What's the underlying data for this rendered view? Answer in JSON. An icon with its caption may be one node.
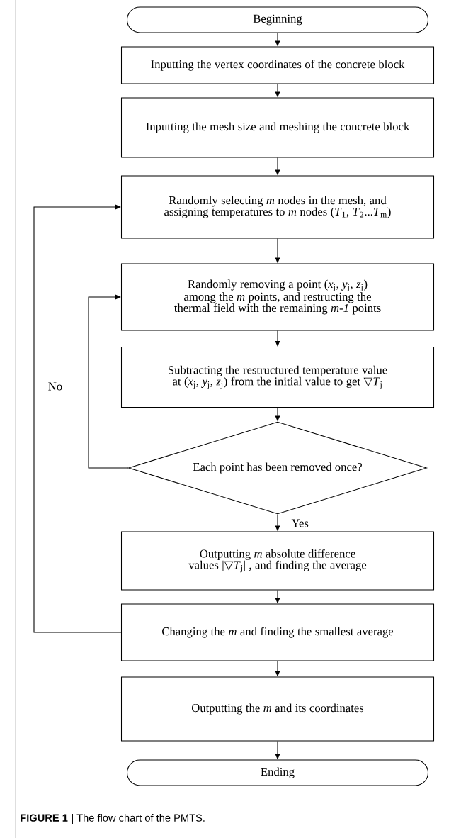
{
  "diagram": {
    "caption": "**FIGURE 1 |** The flow chart of the PMTS.",
    "nodes": [
      {
        "text": [
          "Beginning"
        ]
      },
      {
        "text": [
          "Inputting the vertex coordinates of the concrete block"
        ]
      },
      {
        "text": [
          "Inputting the mesh size and meshing the concrete block"
        ]
      },
      {
        "text": [
          "Randomly selecting *m* nodes in the mesh, and assigning temperatures to *m* nodes (*T*$_{1}$, *T*$_{2}$...*T*$_{m}$)"
        ]
      },
      {
        "text": [
          "Randomly removing a point (*x*$_{j}$, *y*$_{j}$, *z*$_{j}$) among the *m* points, and restructing the thermal field with the remaining *m-1* points"
        ]
      },
      {
        "text": [
          "Subtracting the restructured temperature value at (*x*$_{j}$, *y*$_{j}$, *z*$_{j}$) from the initial value to get ▽*T*$_{j}$"
        ]
      },
      {
        "text": [
          "Each point has been removed once?"
        ]
      },
      {
        "text": [
          "Outputting *m* absolute difference values |▽*T*$_{j}$| , and finding the average"
        ]
      },
      {
        "text": [
          "Changing the *m* and finding the smallest average"
        ]
      },
      {
        "text": [
          "Outputting the *m* and its coordinates"
        ]
      },
      {
        "text": [
          "Ending"
        ]
      }
    ],
    "edges": [
      {
        "from": 0,
        "to": 1,
        "arrow": "to"
      },
      {
        "from": 1,
        "to": 2,
        "arrow": "to"
      },
      {
        "from": 2,
        "to": 3,
        "arrow": "to"
      },
      {
        "from": 3,
        "to": 4,
        "arrow": "to"
      },
      {
        "from": 4,
        "to": 5,
        "arrow": "to"
      },
      {
        "from": 5,
        "to": 6,
        "arrow": "to"
      },
      {
        "from": 6,
        "to": 7,
        "arrow": "to",
        "label": "Yes"
      },
      {
        "from": 6,
        "to": 4,
        "arrow": "to",
        "label": "No"
      },
      {
        "from": 7,
        "to": 8,
        "arrow": "to"
      },
      {
        "from": 8,
        "to": 3,
        "arrow": "to"
      },
      {
        "from": 8,
        "to": 9,
        "arrow": "to"
      },
      {
        "from": 9,
        "to": 10,
        "arrow": "to"
      }
    ]
  }
}
